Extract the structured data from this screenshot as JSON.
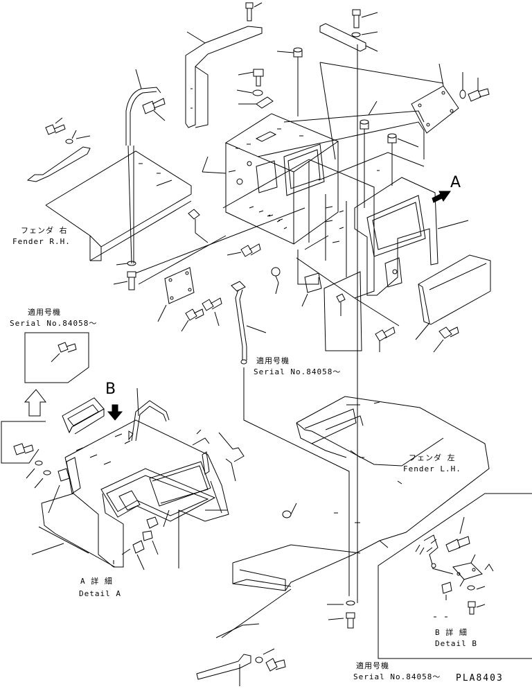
{
  "labels": {
    "fender_rh_jp": "フェンダ 右",
    "fender_rh_en": "Fender R.H.",
    "fender_lh_jp": "フェンダ 左",
    "fender_lh_en": "Fender L.H.",
    "serial_jp_1": "適用号機",
    "serial_en_1": "Serial No.84058～",
    "serial_jp_2": "適用号機",
    "serial_en_2": "Serial No.84058～",
    "serial_jp_3": "適用号機",
    "serial_en_3": "Serial No.84058～",
    "view_a": "A",
    "view_b": "B",
    "detail_a_jp": "A 詳 細",
    "detail_a_en": "Detail A",
    "detail_b_jp": "B 詳 細",
    "detail_b_en": "Detail B",
    "drawing_code": "PLA8403"
  }
}
